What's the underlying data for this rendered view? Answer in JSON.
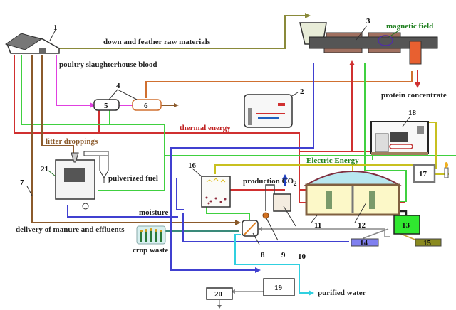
{
  "diagram": {
    "labels": {
      "down_feather": "down and feather raw materials",
      "slaughter_blood": "poultry slaughterhouse blood",
      "thermal_energy": "thermal energy",
      "litter_droppings": "litter droppings",
      "pulverized_fuel": "pulverized fuel",
      "moisture": "moisture",
      "delivery_manure": "delivery of manure and effluents",
      "crop_waste": "crop waste",
      "electric_energy": "Electric Energy",
      "production_co2": "production CO",
      "co2_sub": "2",
      "magnetic_field": "magnetic field",
      "protein_concentrate": "protein concentrate",
      "purified_water": "purified water"
    },
    "numbers": {
      "n1": "1",
      "n2": "2",
      "n3": "3",
      "n4": "4",
      "n5": "5",
      "n6": "6",
      "n7": "7",
      "n8": "8",
      "n9": "9",
      "n10": "10",
      "n11": "11",
      "n12": "12",
      "n13": "13",
      "n14": "14",
      "n15": "15",
      "n16": "16",
      "n17": "17",
      "n18": "18",
      "n19": "19",
      "n20": "20",
      "n21": "21"
    },
    "colors": {
      "raw_material_line": "#8a8a3a",
      "blood_line": "#e040e0",
      "thermal_line": "#d03030",
      "electric_line": "#40d040",
      "manure_line": "#8b5a2b",
      "moisture_line": "#4040d0",
      "water_line": "#30d0e0",
      "protein_line": "#d07030",
      "yellow_line": "#c8c020"
    }
  }
}
